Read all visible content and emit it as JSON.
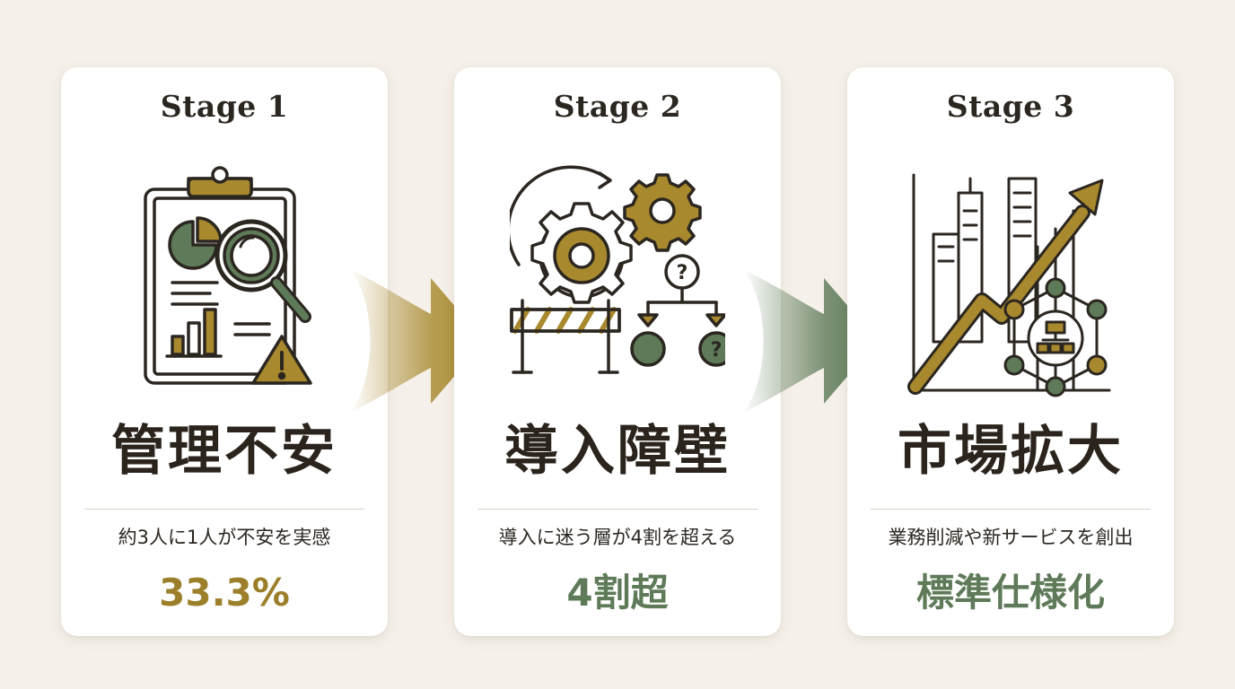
{
  "colors": {
    "background": "#f5f1ea",
    "olive": "#9c7f2a",
    "sage": "#5e7a58",
    "ink": "#2b2620"
  },
  "stages": [
    {
      "label": "Stage 1",
      "title": "管理不安",
      "description": "約3人に1人が不安を実感",
      "metric": "33.3%",
      "metric_color": "#9c7f2a",
      "icon": "clipboard-magnifier-warning-icon"
    },
    {
      "label": "Stage 2",
      "title": "導入障壁",
      "description": "導入に迷う層が4割を超える",
      "metric": "4割超",
      "metric_color": "#5e7a58",
      "icon": "gears-barrier-question-icon"
    },
    {
      "label": "Stage 3",
      "title": "市場拡大",
      "description": "業務削減や新サービスを創出",
      "metric": "標準仕様化",
      "metric_color": "#5e7a58",
      "icon": "city-growth-network-icon"
    }
  ],
  "connectors": [
    {
      "icon": "arrow-right-icon",
      "color": "#a8892e"
    },
    {
      "icon": "arrow-right-icon",
      "color": "#5e7a58"
    }
  ]
}
